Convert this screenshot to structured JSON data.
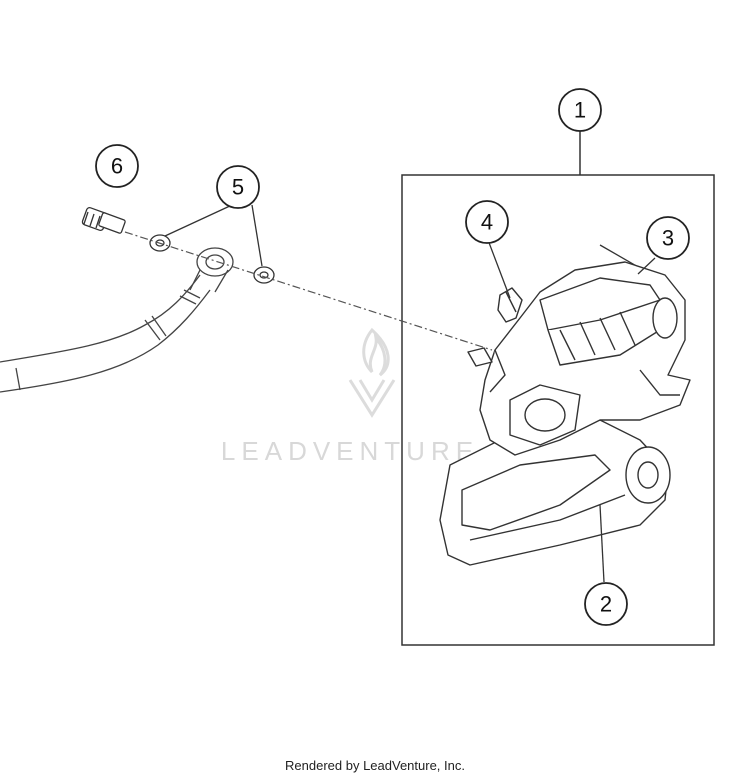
{
  "diagram": {
    "callouts": [
      {
        "id": "1",
        "label": "1"
      },
      {
        "id": "2",
        "label": "2"
      },
      {
        "id": "3",
        "label": "3"
      },
      {
        "id": "4",
        "label": "4"
      },
      {
        "id": "5",
        "label": "5"
      },
      {
        "id": "6",
        "label": "6"
      }
    ],
    "watermark": {
      "text": "LEADVENTURE",
      "logo_icon": "leadventure-flame-logo-icon"
    }
  },
  "footer": {
    "credit": "Rendered by LeadVenture, Inc."
  }
}
